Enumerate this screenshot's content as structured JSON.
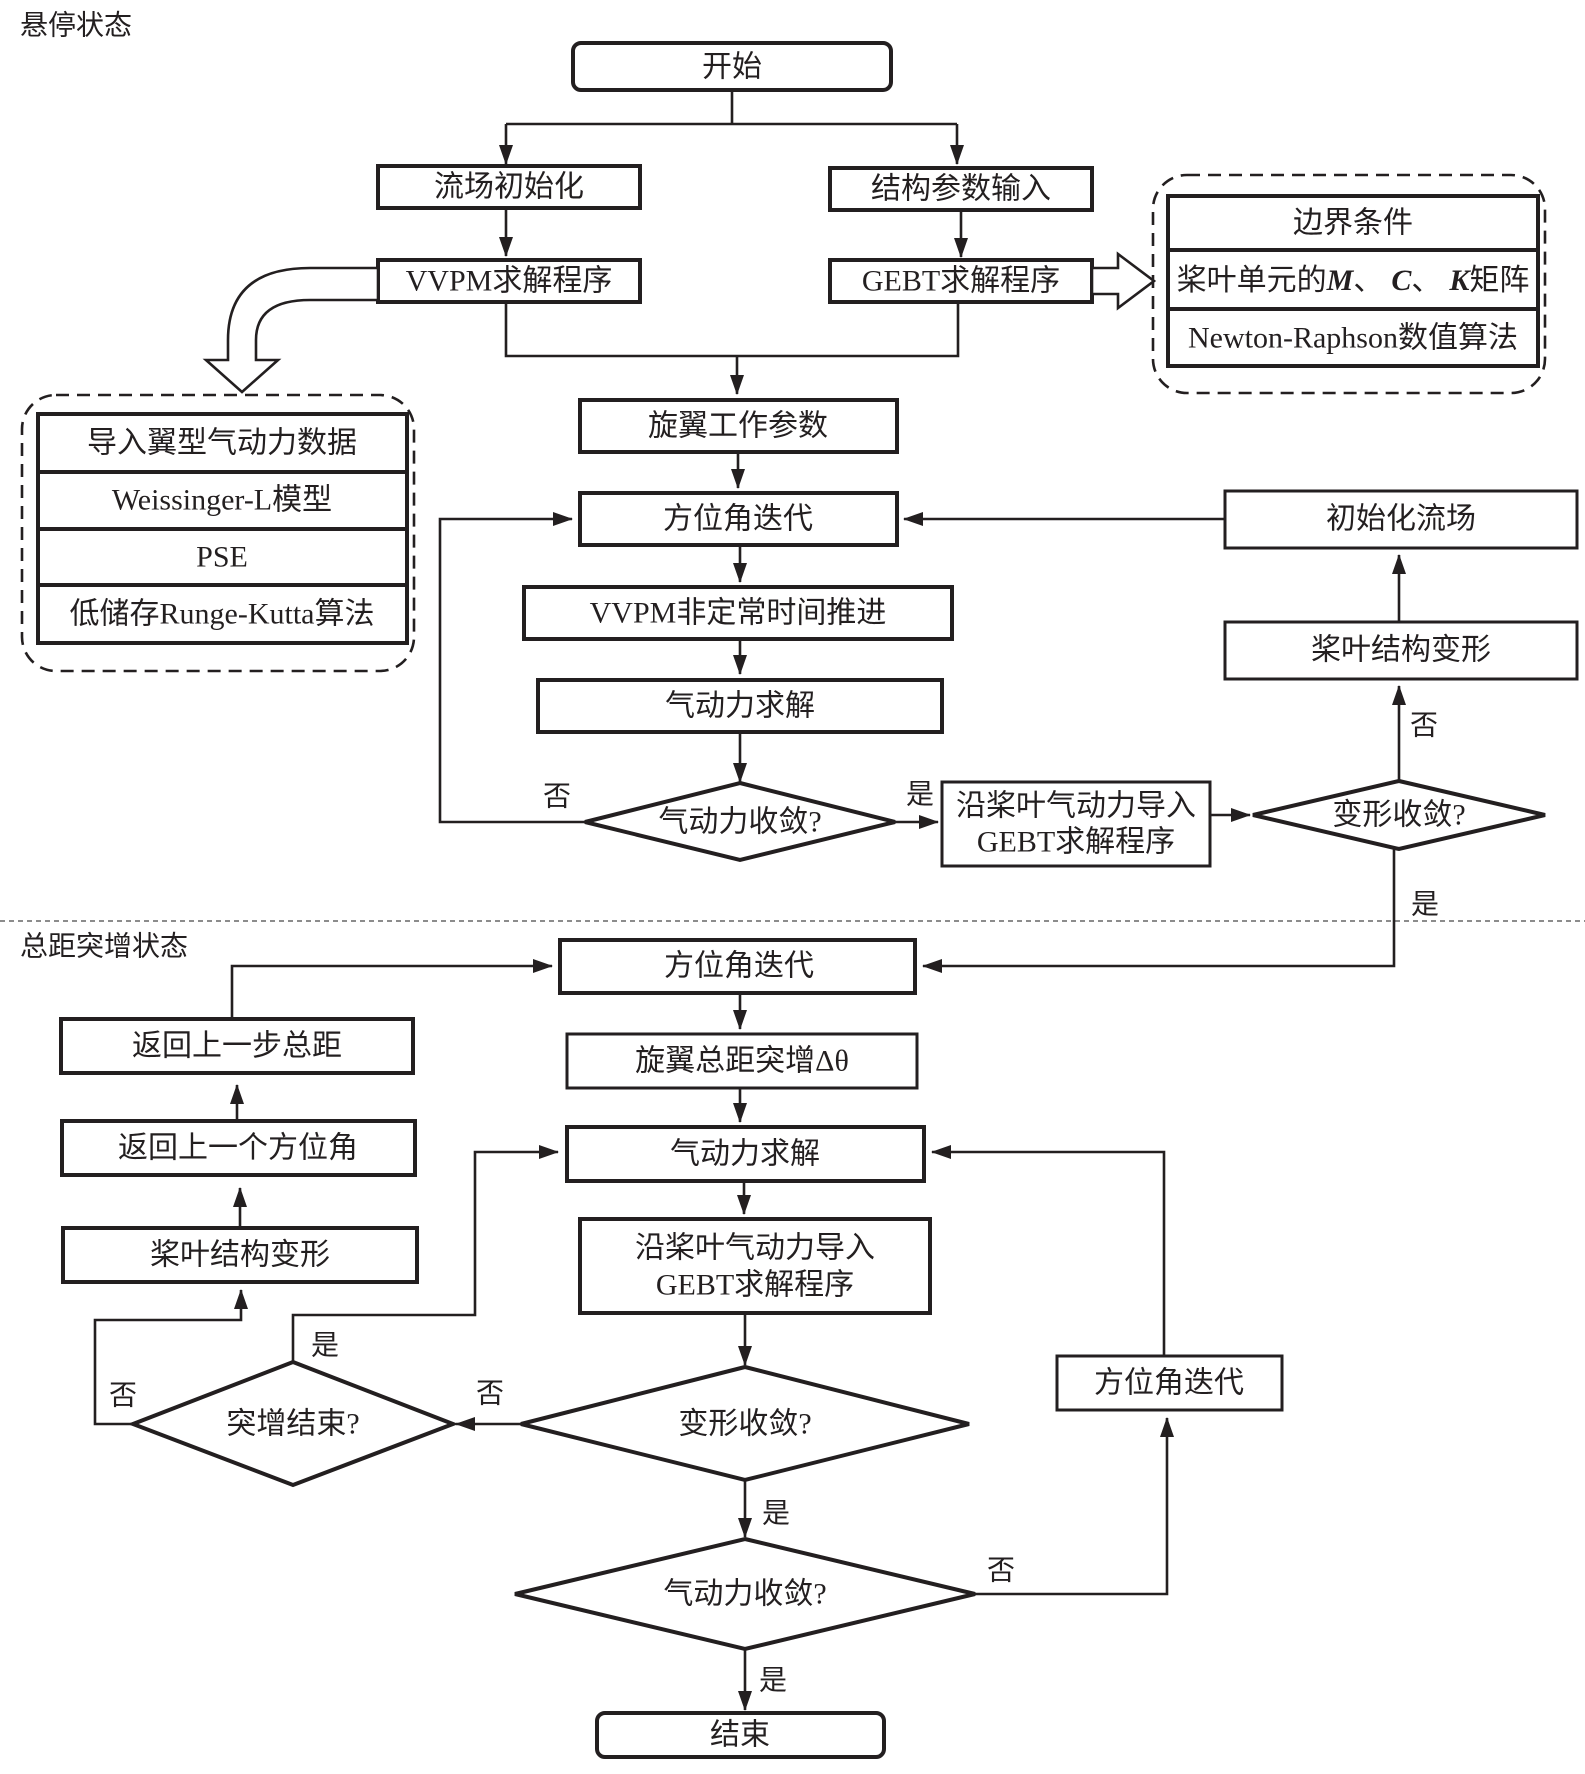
{
  "sections": {
    "hover": "悬停状态",
    "collective_step": "总距突增状态"
  },
  "nodes": {
    "start": "开始",
    "flow_init": "流场初始化",
    "struct_input": "结构参数输入",
    "vvpm_solver": "VVPM求解程序",
    "gebt_solver": "GEBT求解程序",
    "rotor_params": "旋翼工作参数",
    "azimuth_iter_1": "方位角迭代",
    "vvpm_unsteady": "VVPM非定常时间推进",
    "aero_solve_1": "气动力求解",
    "aero_converge_1": "气动力收敛?",
    "aero_to_gebt_1_line1": "沿桨叶气动力导入",
    "aero_to_gebt_1_line2": "GEBT求解程序",
    "deform_converge_1": "变形收敛?",
    "blade_deform_1": "桨叶结构变形",
    "reinit_flow": "初始化流场",
    "azimuth_iter_2": "方位角迭代",
    "collective_step": "旋翼总距突增Δθ",
    "aero_solve_2": "气动力求解",
    "aero_to_gebt_2_line1": "沿桨叶气动力导入",
    "aero_to_gebt_2_line2": "GEBT求解程序",
    "deform_converge_2": "变形收敛?",
    "aero_converge_2": "气动力收敛?",
    "azimuth_iter_3": "方位角迭代",
    "step_end": "突增结束?",
    "blade_deform_2": "桨叶结构变形",
    "prev_azimuth": "返回上一个方位角",
    "prev_collective": "返回上一步总距",
    "end": "结束"
  },
  "vvpm_details": [
    "导入翼型气动力数据",
    "Weissinger-L模型",
    "PSE",
    "低储存Runge-Kutta算法"
  ],
  "gebt_details": {
    "row1": "边界条件",
    "row2_prefix": "桨叶单元的",
    "row2_M": "M",
    "row2_sep1": "、",
    "row2_C": "C",
    "row2_sep2": "、",
    "row2_K": "K",
    "row2_suffix": "矩阵",
    "row3": "Newton-Raphson数值算法"
  },
  "branch_labels": {
    "yes": "是",
    "no": "否"
  }
}
